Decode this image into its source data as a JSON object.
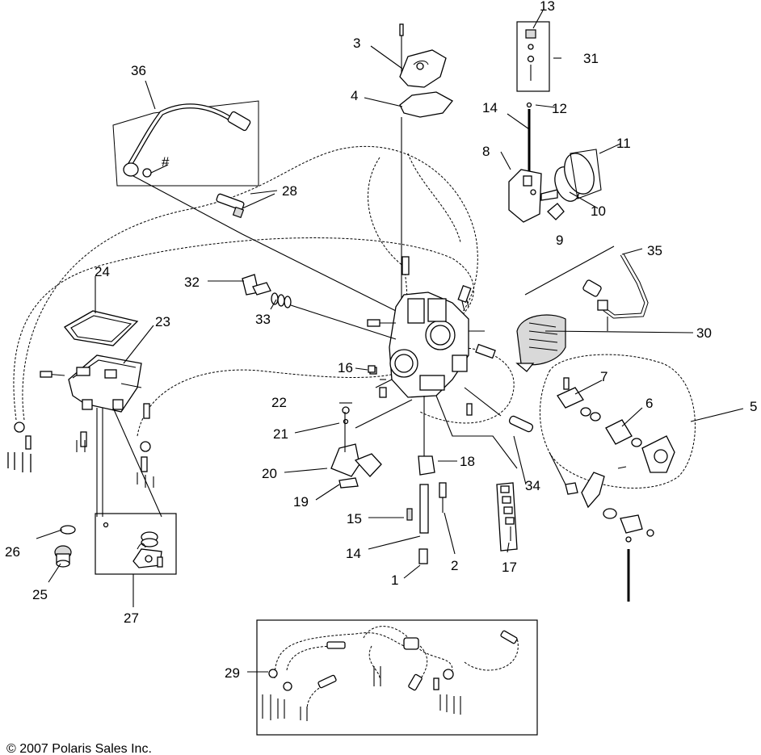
{
  "copyright": "© 2007 Polaris Sales Inc.",
  "callouts": {
    "c1": "1",
    "c2": "2",
    "c3": "3",
    "c4": "4",
    "c5": "5",
    "c6": "6",
    "c7": "7",
    "c8": "8",
    "c9": "9",
    "c10": "10",
    "c11": "11",
    "c12": "12",
    "c13": "13",
    "c14a": "14",
    "c14b": "14",
    "c15": "15",
    "c16": "16",
    "c17": "17",
    "c18": "18",
    "c19": "19",
    "c20": "20",
    "c21": "21",
    "c22": "22",
    "c23": "23",
    "c24": "24",
    "c25": "25",
    "c26": "26",
    "c27": "27",
    "c28": "28",
    "c29": "29",
    "c30": "30",
    "c31": "31",
    "c32": "32",
    "c33": "33",
    "c34": "34",
    "c35": "35",
    "c36": "36",
    "hash": "#"
  }
}
